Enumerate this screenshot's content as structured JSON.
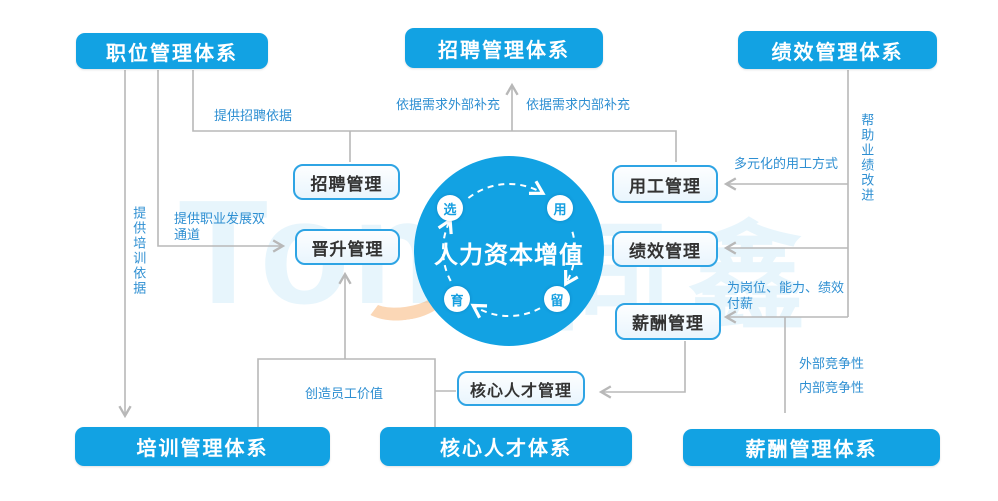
{
  "diagram_title": "人力资本增值",
  "systems": {
    "position": {
      "label": "职位管理体系"
    },
    "recruitment": {
      "label": "招聘管理体系"
    },
    "performance": {
      "label": "绩效管理体系"
    },
    "training": {
      "label": "培训管理体系"
    },
    "core_talent": {
      "label": "核心人才体系"
    },
    "compensation": {
      "label": "薪酬管理体系"
    }
  },
  "modules": {
    "recruitment": {
      "label": "招聘管理"
    },
    "promotion": {
      "label": "晋升管理"
    },
    "employment": {
      "label": "用工管理"
    },
    "performance": {
      "label": "绩效管理"
    },
    "compensation": {
      "label": "薪酬管理"
    },
    "core_talent": {
      "label": "核心人才管理"
    }
  },
  "center": {
    "title": "人力资本增值",
    "nodes": {
      "select": "选",
      "use": "用",
      "develop": "育",
      "retain": "留"
    }
  },
  "edge_labels": {
    "provide_recruitment_basis": "提供招聘依据",
    "external_supplement": "依据需求外部补充",
    "internal_supplement": "依据需求内部补充",
    "diversified_employment": "多元化的用工方式",
    "help_performance_improve": "帮助业绩改进",
    "provide_training_basis": "提供培训依据",
    "dual_career_channel": "提供职业发展双通道",
    "pay_for_position_ability_performance": "为岗位、能力、绩效付薪",
    "external_competitiveness": "外部竞争性",
    "internal_competitiveness": "内部竞争性",
    "create_employee_value": "创造员工价值"
  },
  "watermark": {
    "latin": "Tong",
    "cjk": "同鑫"
  },
  "colors": {
    "primary_blue": "#12a2e3",
    "module_border": "#2ea4e4",
    "label_blue": "#2e8fd2",
    "connector_gray": "#b8b8b8"
  }
}
